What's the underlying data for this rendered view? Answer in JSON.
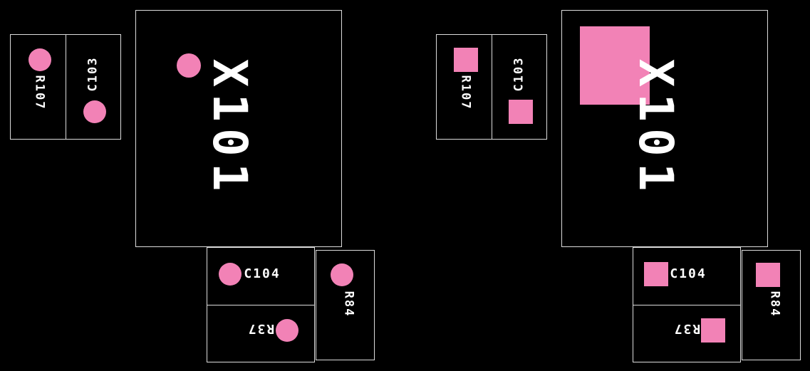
{
  "colors": {
    "background": "#000000",
    "outline": "#dcdcdc",
    "marker": "#f282b6",
    "label": "#ffffff"
  },
  "panels": [
    {
      "id": "left",
      "marker_shape": "circle",
      "labels": {
        "r107": "R107",
        "c103": "C103",
        "x101": "X101",
        "c104": "C104",
        "r37": "R37",
        "r84": "R84"
      }
    },
    {
      "id": "right",
      "marker_shape": "square",
      "labels": {
        "r107": "R107",
        "c103": "C103",
        "x101": "X101",
        "c104": "C104",
        "r37": "R37",
        "r84": "R84"
      }
    }
  ]
}
